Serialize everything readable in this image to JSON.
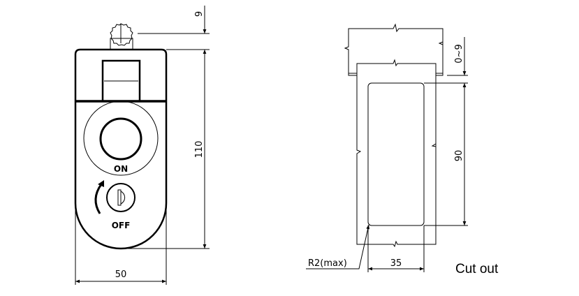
{
  "front_view": {
    "on_label": "ON",
    "off_label": "OFF",
    "dim_top": "9",
    "dim_height": "110",
    "dim_width": "50"
  },
  "cutout_view": {
    "dim_panel": "0~9",
    "dim_height": "90",
    "dim_width": "35",
    "radius_label": "R2(max)",
    "title": "Cut out"
  }
}
